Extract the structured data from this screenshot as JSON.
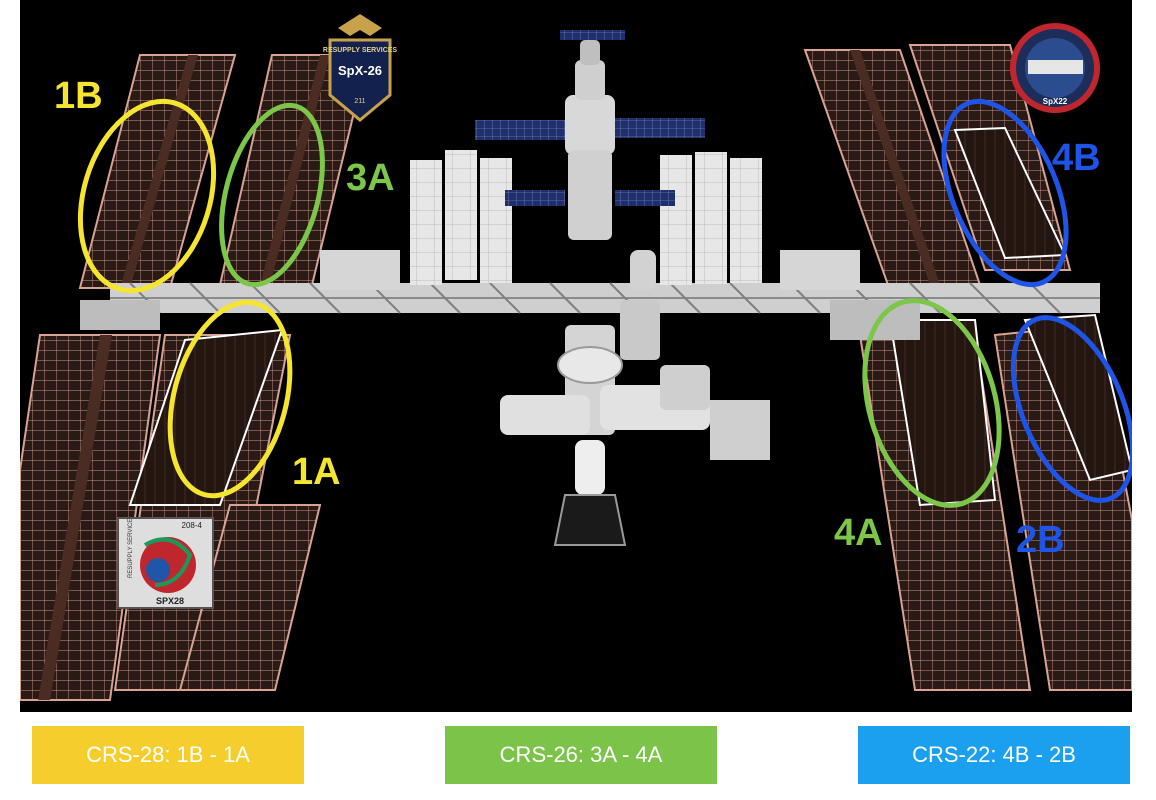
{
  "colors": {
    "background": "#000000",
    "yellow": "#f5e52e",
    "green": "#7cc64a",
    "blue": "#1f55e6",
    "legend_yellow": "#f5ce2d",
    "legend_green": "#7cc34a",
    "legend_blue": "#1aa0ee",
    "panel_fill": "#2c1b17",
    "panel_edge": "#d9a394",
    "truss": "#d8d8d8"
  },
  "labels": {
    "1B": "1B",
    "1A": "1A",
    "3A": "3A",
    "4A": "4A",
    "4B": "4B",
    "2B": "2B"
  },
  "patches": {
    "top_left_line1": "RESUPPLY SERVICES",
    "top_left_line2": "SpX-26",
    "top_left_line3": "211",
    "top_right": "SpX22",
    "bottom_left_line1": "RESUPPLY SERVICE",
    "bottom_left_line2": "SPX28",
    "bottom_left_line3": "208-4"
  },
  "legend": [
    {
      "text": "CRS-28: 1B - 1A",
      "color": "#f5ce2d"
    },
    {
      "text": "CRS-26: 3A - 4A",
      "color": "#7cc34a"
    },
    {
      "text": "CRS-22: 4B - 2B",
      "color": "#1aa0ee"
    }
  ]
}
